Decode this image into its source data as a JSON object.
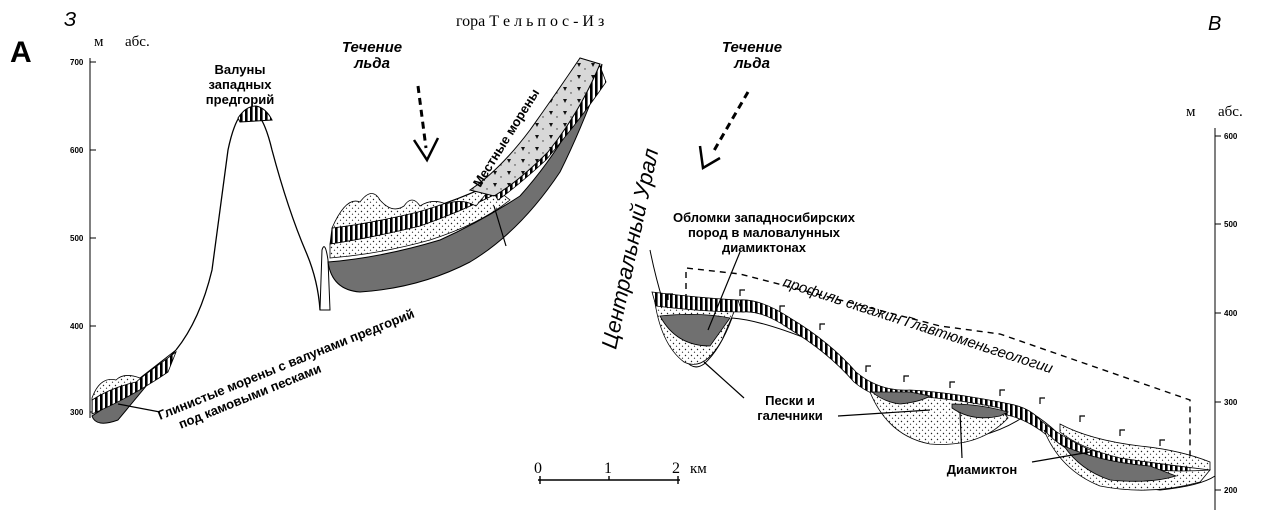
{
  "panel_letter": "А",
  "direction_west": "З",
  "direction_east": "В",
  "mountain_title": "гора Т е л ь п о с - И з",
  "left_axis": {
    "unit": "м",
    "unit_suffix": "абс.",
    "ticks": [
      "700",
      "600",
      "500",
      "400",
      "300"
    ]
  },
  "right_axis": {
    "unit": "м",
    "unit_suffix": "абс.",
    "ticks": [
      "600",
      "500",
      "400",
      "300",
      "200"
    ]
  },
  "ice_flow_left": [
    "Течение",
    "льда"
  ],
  "ice_flow_right": [
    "Течение",
    "льда"
  ],
  "label_boulders": [
    "Валуны",
    "западных",
    "предгорий"
  ],
  "label_local_moraines": "Местные морены",
  "label_clay_moraines": [
    "Глинистые морены с валунами предгорий",
    "под камовыми песками"
  ],
  "label_central_ural": "Центральный Урал",
  "label_fragments": [
    "Обломки западносибирских",
    "пород в маловалунных",
    "диамиктонах"
  ],
  "label_borehole_profile": "профиль скважин Главтюменьгеологии",
  "label_sands": [
    "Пески и",
    "галечники"
  ],
  "label_diamicton": "Диамиктон",
  "scale_bar": {
    "labels": [
      "0",
      "1",
      "2"
    ],
    "unit": "км"
  }
}
